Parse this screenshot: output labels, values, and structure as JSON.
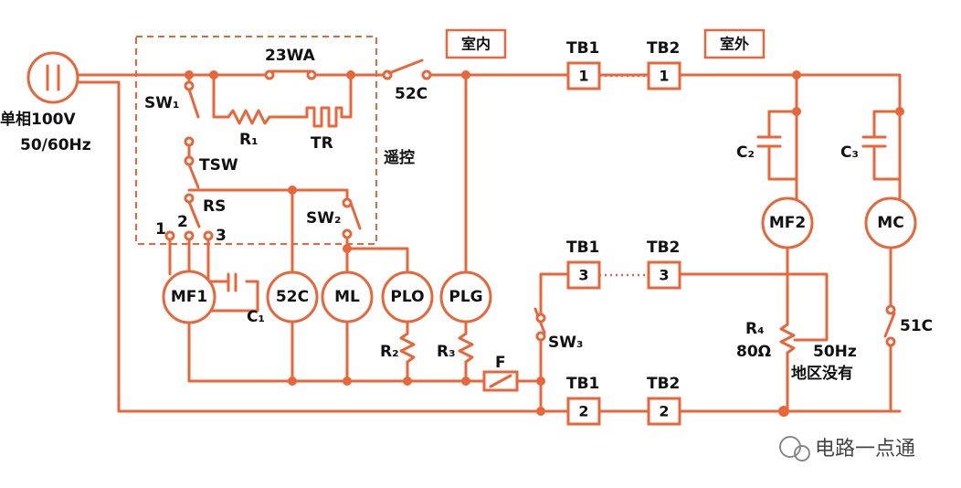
{
  "power": {
    "line1": "单相100V",
    "line2": "50/60Hz"
  },
  "dashed_box_label": "遥控",
  "indoor_label": "室内",
  "outdoor_label": "室外",
  "components": {
    "thermostat": "23WA",
    "sw1": "SW₁",
    "r1": "R₁",
    "tr": "TR",
    "tsw": "TSW",
    "rs": "RS",
    "rs_taps": [
      "1",
      "2",
      "3"
    ],
    "sw2": "SW₂",
    "c52_contact": "52C",
    "mf1": "MF1",
    "c1": "C₁",
    "c52_coil": "52C",
    "ml": "ML",
    "plo": "PLO",
    "plg": "PLG",
    "r2": "R₂",
    "r3": "R₃",
    "fuse": "F",
    "sw3": "SW₃",
    "c2": "C₂",
    "c3": "C₃",
    "mf2": "MF2",
    "mc": "MC",
    "r4": "R₄",
    "r4_value": "80Ω",
    "c51": "51C",
    "hz_note": "50Hz",
    "area_note": "地区没有"
  },
  "terminals": {
    "tb1": "TB1",
    "tb2": "TB2",
    "row1": "1",
    "row2": "3",
    "row3": "2"
  },
  "watermark": "电路一点通"
}
